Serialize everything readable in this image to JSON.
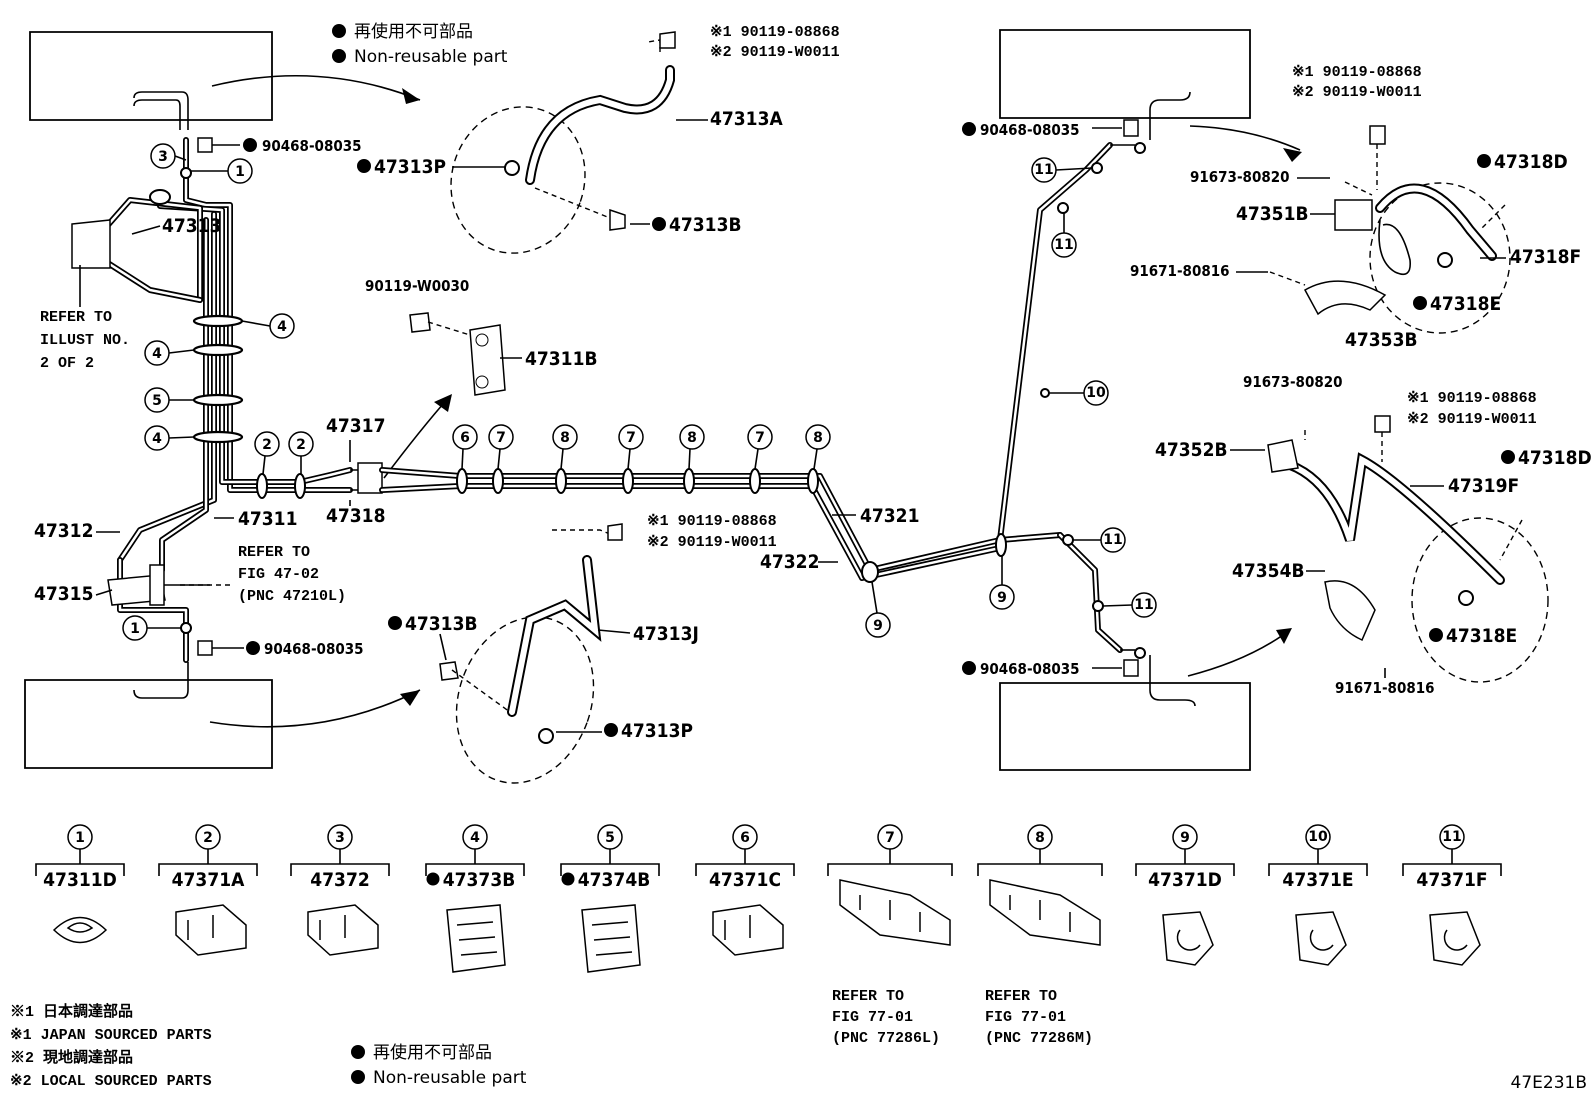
{
  "figure_id": "47E231B",
  "legend_top": {
    "jp": "再使用不可部品",
    "en": "Non-reusable part"
  },
  "legend_bottom": {
    "jp": "再使用不可部品",
    "en": "Non-reusable part"
  },
  "notes": {
    "n1_jp": "※1 日本調達部品",
    "n1_en": "※1 JAPAN SOURCED PARTS",
    "n2_jp": "※2 現地調達部品",
    "n2_en": "※2 LOCAL SOURCED PARTS"
  },
  "labels": {
    "p47313A": "47313A",
    "p47313P_top": "47313P",
    "p47313B_top": "47313B",
    "p47313": "47313",
    "p90468_a": "90468-08035",
    "p90468_b": "90468-08035",
    "p90468_c": "90468-08035",
    "p90468_d": "90468-08035",
    "refer_illust_1": "REFER TO",
    "refer_illust_2": "ILLUST NO.",
    "refer_illust_3": "2 OF 2",
    "p90119_w0030": "90119-W0030",
    "p47311B": "47311B",
    "p47317": "47317",
    "p47318": "47318",
    "p47311": "47311",
    "p47312": "47312",
    "p47315": "47315",
    "refer_fig_1": "REFER TO",
    "refer_fig_2": "FIG 47-02",
    "refer_fig_3": "(PNC 47210L)",
    "p47313B_bot": "47313B",
    "p47313J": "47313J",
    "p47313P_bot": "47313P",
    "p47321": "47321",
    "p47322": "47322",
    "bolt_top_1": "※1 90119-08868",
    "bolt_top_2": "※2 90119-W0011",
    "bolt_mid_1": "※1 90119-08868",
    "bolt_mid_2": "※2 90119-W0011",
    "bolt_rt_1": "※1 90119-08868",
    "bolt_rt_2": "※2 90119-W0011",
    "bolt_rb_1": "※1 90119-08868",
    "bolt_rb_2": "※2 90119-W0011",
    "p91673_a": "91673-80820",
    "p91673_b": "91673-80820",
    "p91671_a": "91671-80816",
    "p91671_b": "91671-80816",
    "p47351B": "47351B",
    "p47353B": "47353B",
    "p47318D_a": "47318D",
    "p47318F": "47318F",
    "p47318E_a": "47318E",
    "p47352B": "47352B",
    "p47318D_b": "47318D",
    "p47319F": "47319F",
    "p47354B": "47354B",
    "p47318E_b": "47318E"
  },
  "callouts": [
    "1",
    "2",
    "3",
    "4",
    "5",
    "6",
    "7",
    "8",
    "9",
    "10",
    "11"
  ],
  "bottom_parts": [
    {
      "num": "1",
      "part": "47311D",
      "dot": false
    },
    {
      "num": "2",
      "part": "47371A",
      "dot": false
    },
    {
      "num": "3",
      "part": "47372",
      "dot": false
    },
    {
      "num": "4",
      "part": "47373B",
      "dot": true
    },
    {
      "num": "5",
      "part": "47374B",
      "dot": true
    },
    {
      "num": "6",
      "part": "47371C",
      "dot": false
    },
    {
      "num": "7",
      "part": "",
      "dot": false
    },
    {
      "num": "8",
      "part": "",
      "dot": false
    },
    {
      "num": "9",
      "part": "47371D",
      "dot": false
    },
    {
      "num": "10",
      "part": "47371E",
      "dot": false
    },
    {
      "num": "11",
      "part": "47371F",
      "dot": false
    }
  ],
  "refer7": {
    "l1": "REFER TO",
    "l2": "FIG 77-01",
    "l3": "(PNC 77286L)"
  },
  "refer8": {
    "l1": "REFER TO",
    "l2": "FIG 77-01",
    "l3": "(PNC 77286M)"
  }
}
